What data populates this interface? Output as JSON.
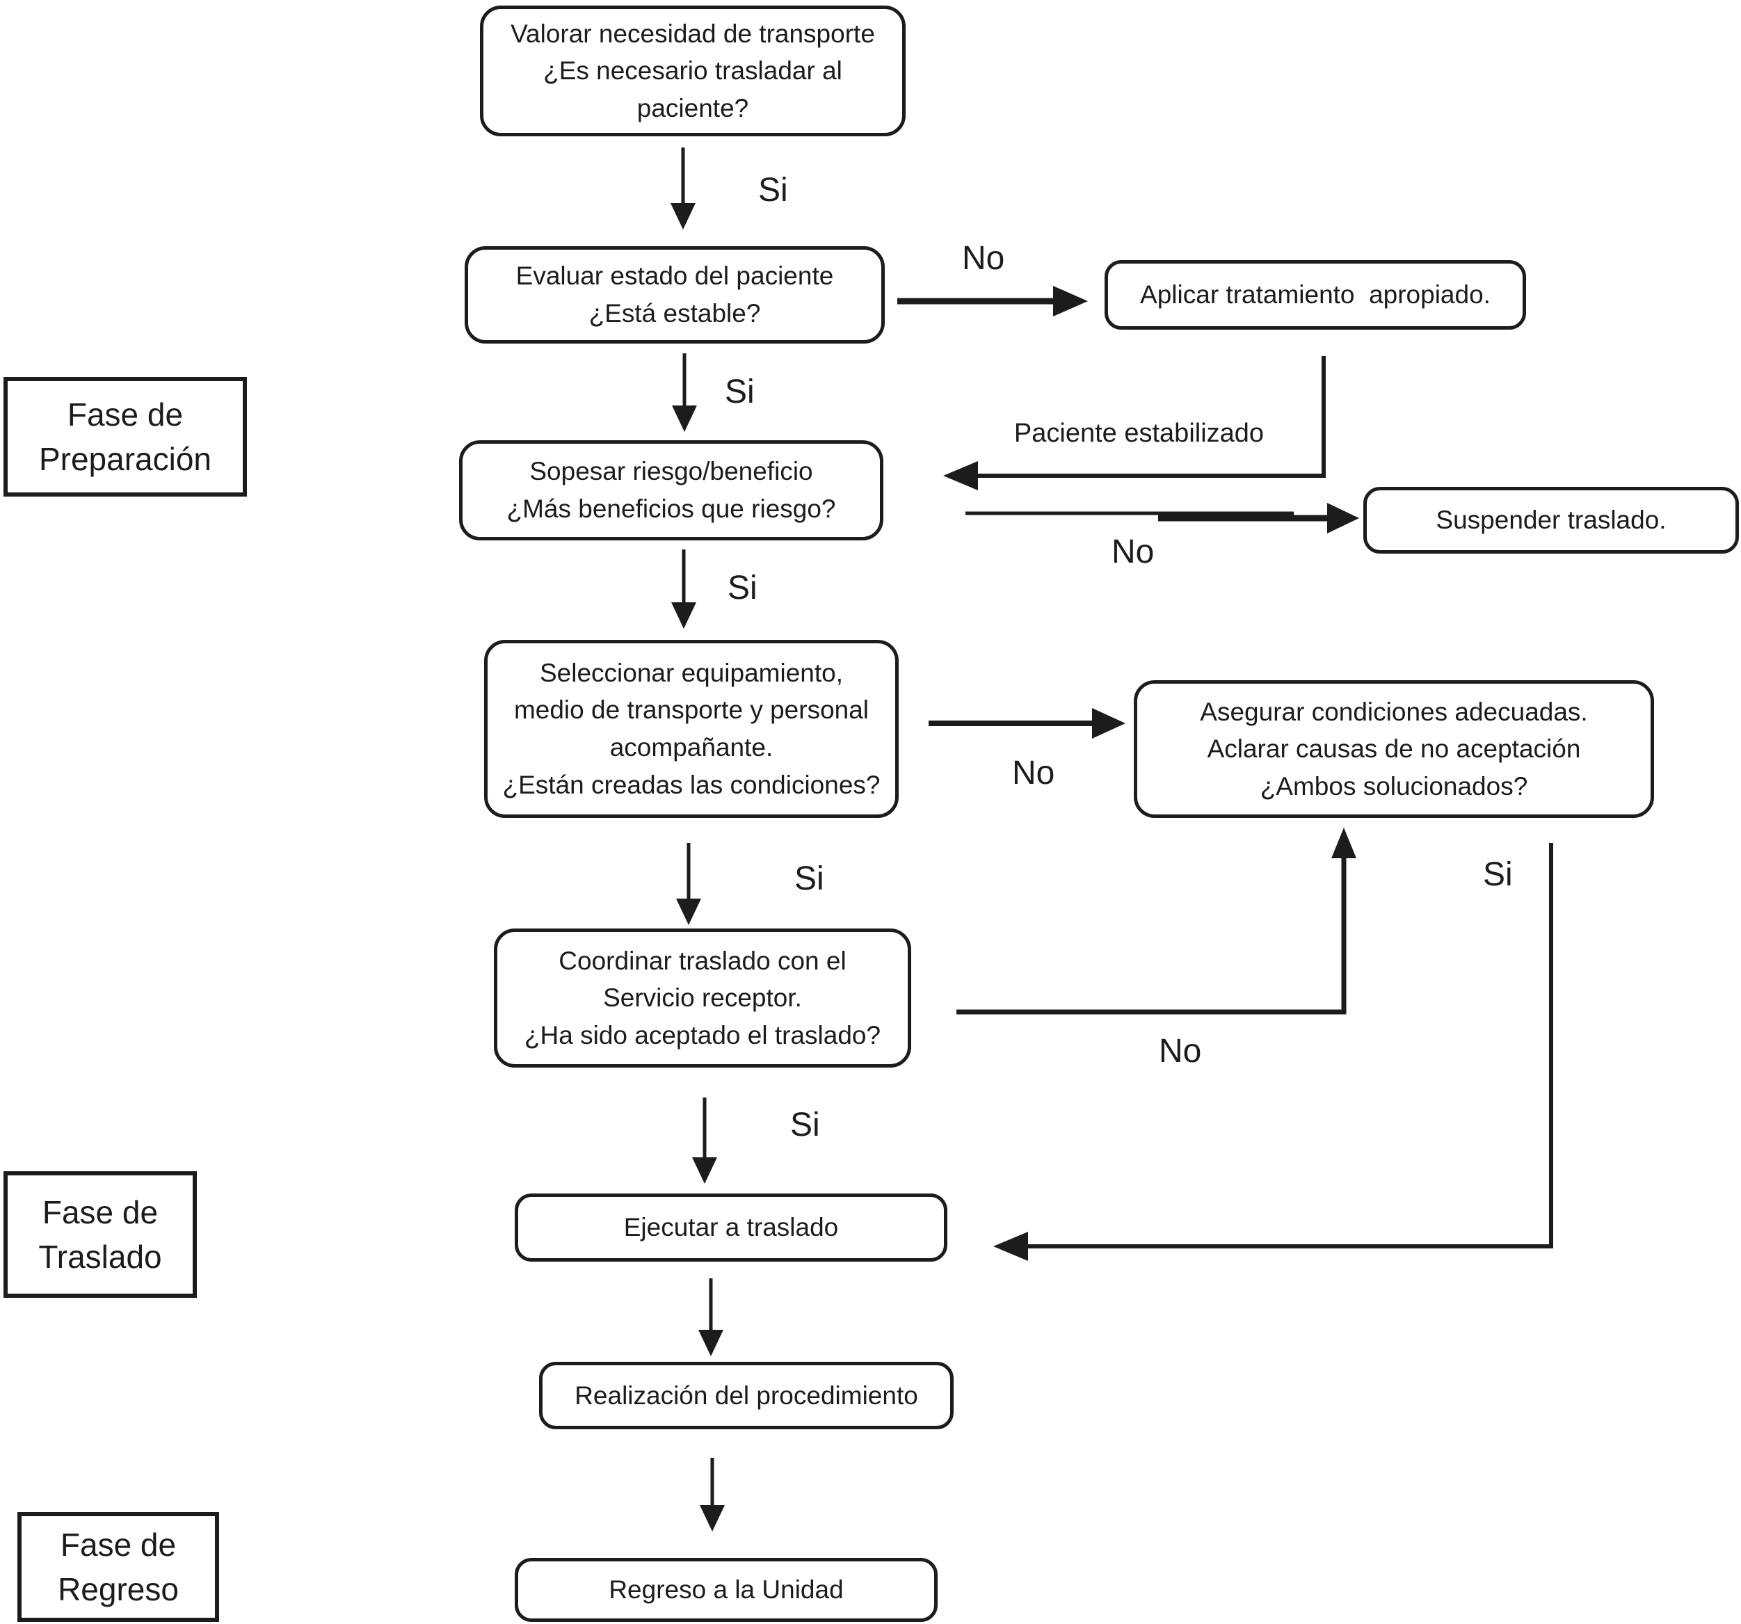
{
  "edge_labels": {
    "yes": "Si",
    "no": "No",
    "stabilized": "Paciente estabilizado"
  },
  "phases": {
    "preparacion": {
      "label": "Fase de\nPreparación"
    },
    "traslado": {
      "label": "Fase de\nTraslado"
    },
    "regreso": {
      "label": "Fase de\nRegreso"
    }
  },
  "nodes": {
    "valorar": {
      "text": "Valorar necesidad de transporte\n¿Es necesario trasladar al\npaciente?"
    },
    "evaluar": {
      "text": "Evaluar estado del paciente\n¿Está estable?"
    },
    "aplicar": {
      "text": "Aplicar tratamiento  apropiado."
    },
    "sopesar": {
      "text": "Sopesar riesgo/beneficio\n¿Más beneficios que riesgo?"
    },
    "suspender": {
      "text": "Suspender traslado."
    },
    "seleccionar": {
      "text": "Seleccionar equipamiento,\nmedio de transporte y personal\nacompañante.\n¿Están creadas las condiciones?"
    },
    "asegurar": {
      "text": "Asegurar condiciones adecuadas.\nAclarar causas de no aceptación\n¿Ambos solucionados?"
    },
    "coordinar": {
      "text": "Coordinar traslado con el\nServicio receptor.\n¿Ha sido aceptado el traslado?"
    },
    "ejecutar": {
      "text": "Ejecutar a traslado"
    },
    "realizacion": {
      "text": "Realización del procedimiento"
    },
    "regreso": {
      "text": "Regreso a la Unidad"
    }
  },
  "colors": {
    "ink": "#1c1c1c",
    "background": "#ffffff"
  }
}
